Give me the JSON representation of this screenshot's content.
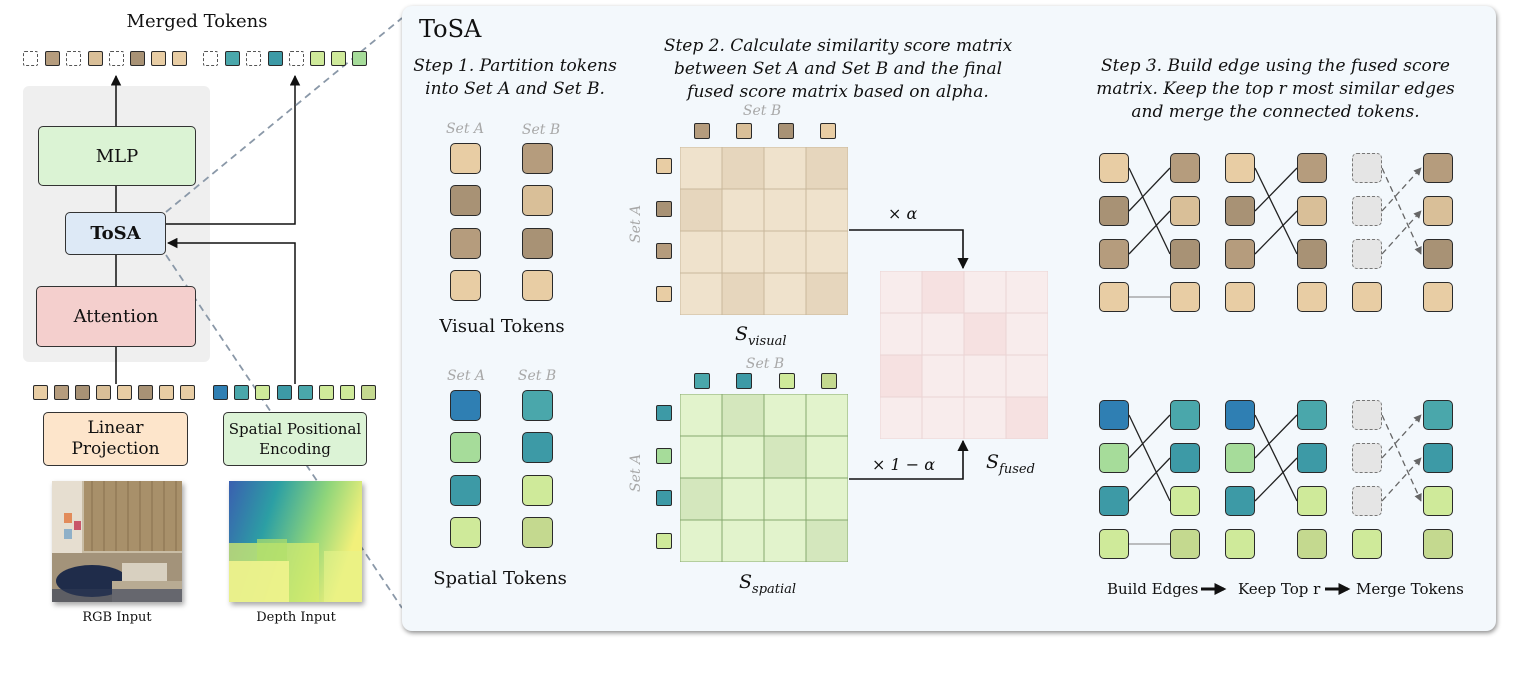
{
  "colors": {
    "tan_light": "#e8cda4",
    "tan_mid": "#d9bf98",
    "tan_dark": "#a89275",
    "brown": "#b59c7d",
    "blue_dark": "#2f7fb3",
    "teal": "#4aa7ab",
    "teal2": "#3d9aa6",
    "green_light": "#cfea9a",
    "green_mid": "#a6dc9a",
    "green_olive": "#c4d98f",
    "gray_dashed": "#e5e5e5",
    "mlp_fill": "#dbf3d4",
    "tosa_fill": "#dde9f6",
    "attention_fill": "#f4cfcd",
    "linear_fill": "#fde5cb",
    "spe_fill": "#dcf3d6",
    "panel_fill": "#f3f8fc",
    "backbone_fill": "#efefef"
  },
  "left": {
    "merged_tokens_label": "Merged Tokens",
    "mlp_label": "MLP",
    "tosa_label": "ToSA",
    "attention_label": "Attention",
    "linear_projection_label": "Linear Projection",
    "spatial_positional_encoding_label": "Spatial Positional Encoding",
    "rgb_input_label": "RGB Input",
    "depth_input_label": "Depth Input"
  },
  "panel": {
    "title": "ToSA",
    "step1": {
      "text": "Step 1. Partition tokens into Set A and Set B.",
      "set_a": "Set A",
      "set_b": "Set B",
      "visual_tokens": "Visual Tokens",
      "spatial_tokens": "Spatial Tokens"
    },
    "step2": {
      "text": "Step 2. Calculate similarity score matrix between Set A and Set B and the final fused score matrix based on alpha.",
      "set_a": "Set A",
      "set_b": "Set B",
      "s_symbol": "S",
      "visual_sub": "visual",
      "spatial_sub": "spatial",
      "fused_sub": "fused",
      "times_alpha": "× α",
      "times_one_minus_alpha": "× 1 − α"
    },
    "step3": {
      "text": "Step 3. Build edge using the fused score matrix. Keep the top r most similar edges and merge the connected tokens.",
      "build_edges": "Build Edges",
      "keep_top_r": "Keep Top r",
      "merge_tokens": "Merge Tokens"
    }
  }
}
